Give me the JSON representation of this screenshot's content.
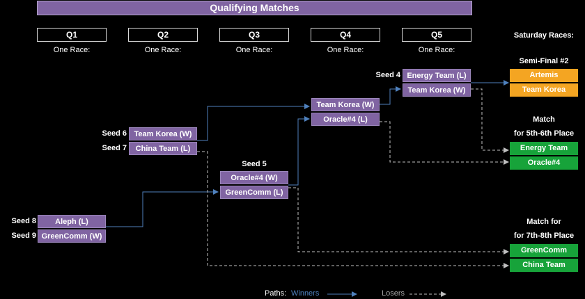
{
  "title": "Qualifying Matches",
  "rounds": [
    {
      "label": "Q1",
      "sub": "One Race:"
    },
    {
      "label": "Q2",
      "sub": "One Race:"
    },
    {
      "label": "Q3",
      "sub": "One Race:"
    },
    {
      "label": "Q4",
      "sub": "One Race:"
    },
    {
      "label": "Q5",
      "sub": "One Race:"
    }
  ],
  "saturday_header": "Saturday Races:",
  "q1": {
    "seed8": "Seed 8",
    "seed9": "Seed 9",
    "team_a": "Aleph (L)",
    "team_b": "GreenComm (W)"
  },
  "q2": {
    "seed6": "Seed 6",
    "seed7": "Seed 7",
    "team_a": "Team Korea (W)",
    "team_b": "China Team (L)"
  },
  "q3": {
    "seed_label": "Seed 5",
    "team_a": "Oracle#4 (W)",
    "team_b": "GreenComm (L)"
  },
  "q4": {
    "team_a": "Team Korea (W)",
    "team_b": "Oracle#4 (L)"
  },
  "q5": {
    "seed4": "Seed 4",
    "team_a": "Energy Team (L)",
    "team_b": "Team Korea (W)"
  },
  "semi": {
    "header": "Semi-Final #2",
    "team_a": "Artemis",
    "team_b": "Team Korea"
  },
  "match56": {
    "header1": "Match",
    "header2": "for 5th-6th Place",
    "team_a": "Energy Team",
    "team_b": "Oracle#4"
  },
  "match78": {
    "header1": "Match for",
    "header2": "for 7th-8th Place",
    "team_a": "GreenComm",
    "team_b": "China Team"
  },
  "legend": {
    "paths": "Paths:",
    "winners": "Winners",
    "losers": "Losers"
  },
  "colors": {
    "purple": "#8064a2",
    "orange": "#f4a522",
    "green": "#17a33a",
    "winner_line": "#4f81bd",
    "loser_line": "#bfbfbf"
  }
}
